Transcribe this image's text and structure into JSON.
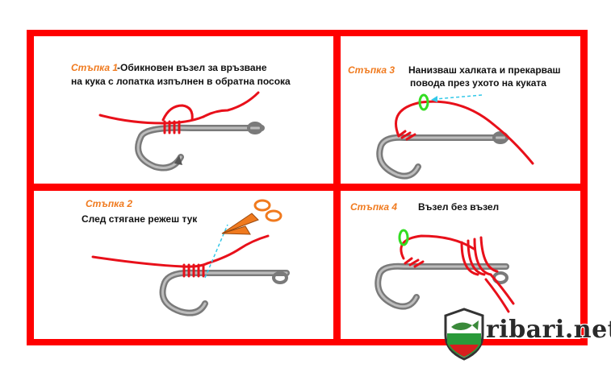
{
  "steps": [
    {
      "label": "Стъпка 1",
      "caption_line1": "-Обикновен възел за връзване",
      "caption_line2": "на кука с лопатка изпълнен в обратна посока"
    },
    {
      "label": "Стъпка 3",
      "caption_line1": "Нанизваш халката и прекарваш",
      "caption_line2": "повода през ухото на куката"
    },
    {
      "label": "Стъпка 2",
      "caption_line1": "След стягане режеш тук"
    },
    {
      "label": "Стъпка 4",
      "caption_line1": "Възел без възел"
    }
  ],
  "logo": {
    "text": "ribari.net",
    "icon": "fish-shield-icon"
  },
  "colors": {
    "frame": "#ff0000",
    "line": "#e8101a",
    "hook": "#7a7a7a",
    "ring": "#33dd22",
    "scissors": "#f07a1e",
    "arrow": "#33c8e8",
    "step_label": "#f07a1e"
  }
}
